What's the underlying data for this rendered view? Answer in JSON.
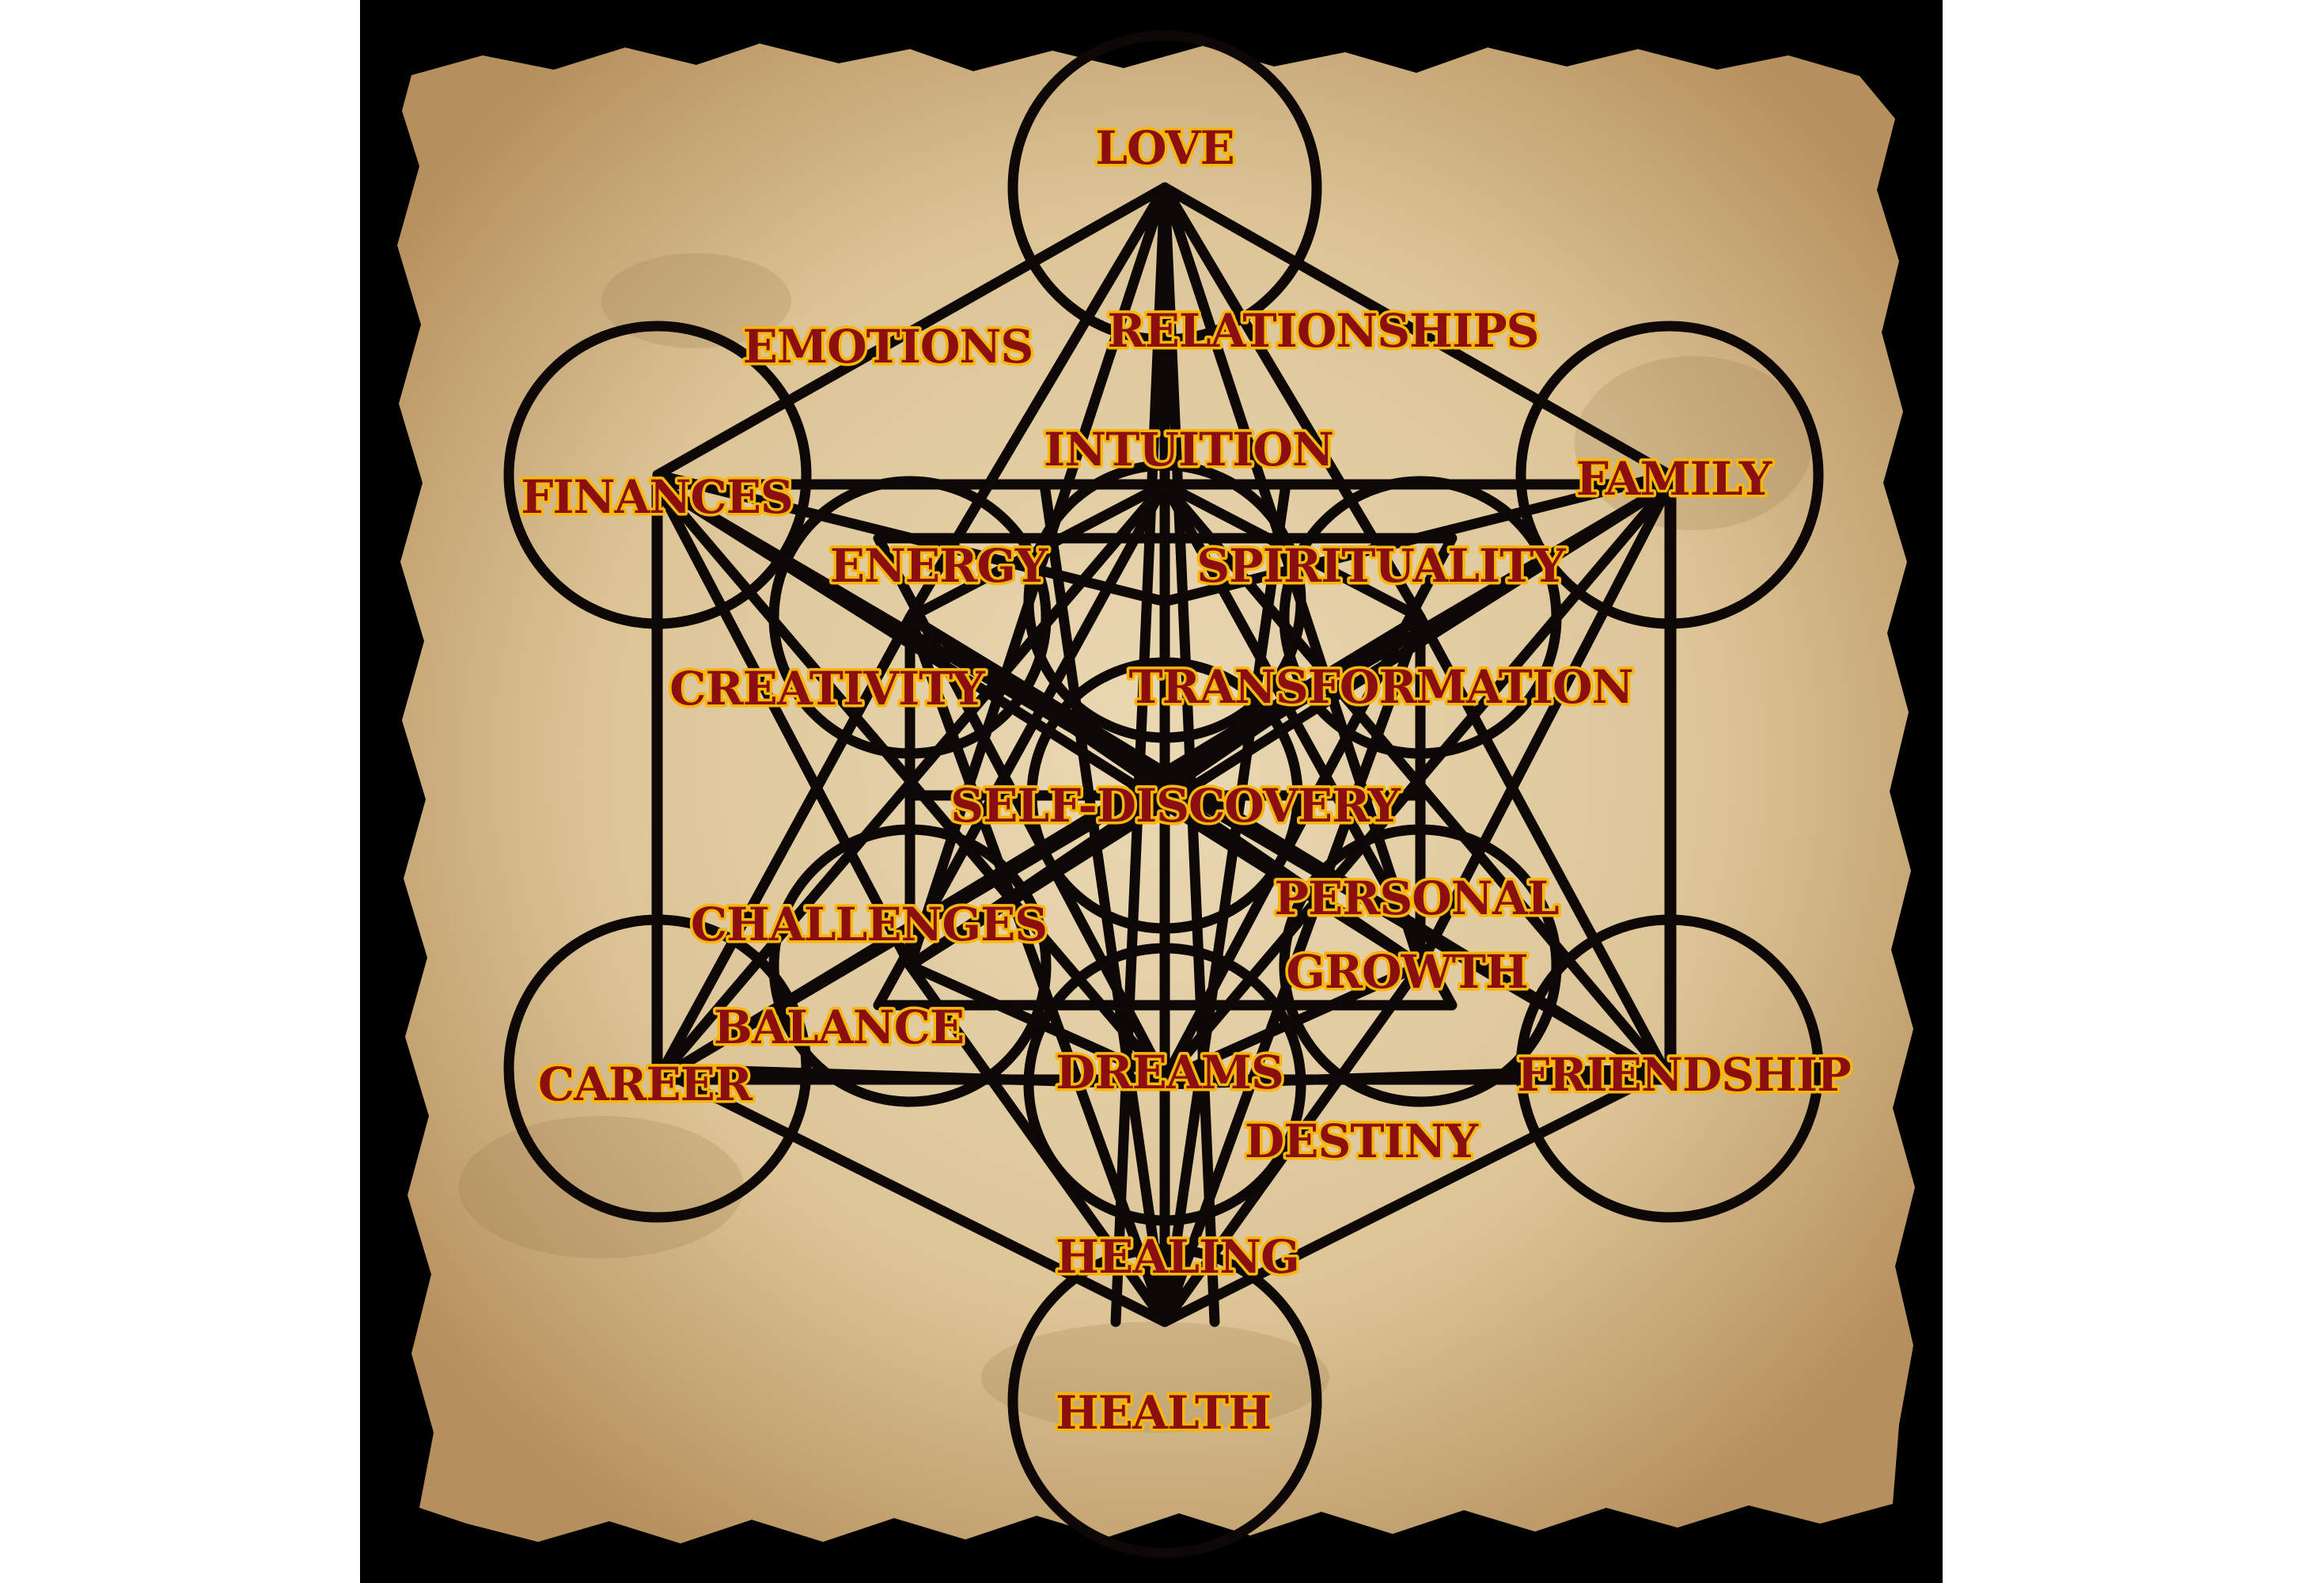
{
  "diagram": {
    "colors": {
      "frame": "#000000",
      "parchment": "#e2cfa6",
      "parchment_edge": "#b0895a",
      "lines": "#0d0806",
      "label_fill": "#8b0f0f",
      "label_outline": "#f5b80a",
      "page_background": "#ffffff"
    },
    "labels": {
      "love": "LOVE",
      "emotions": "EMOTIONS",
      "relationships": "RELATIONSHIPS",
      "intuition": "INTUITION",
      "finances": "FINANCES",
      "family": "FAMILY",
      "energy": "ENERGY",
      "spirituality": "SPIRITUALITY",
      "creativity": "CREATIVITY",
      "transformation": "TRANSFORMATION",
      "self_discovery": "SELF-DISCOVERY",
      "challenges": "CHALLENGES",
      "personal": "PERSONAL",
      "growth": "GROWTH",
      "balance": "BALANCE",
      "career": "CAREER",
      "dreams": "DREAMS",
      "friendship": "FRIENDSHIP",
      "destiny": "DESTINY",
      "healing": "HEALING",
      "health": "HEALTH"
    }
  }
}
